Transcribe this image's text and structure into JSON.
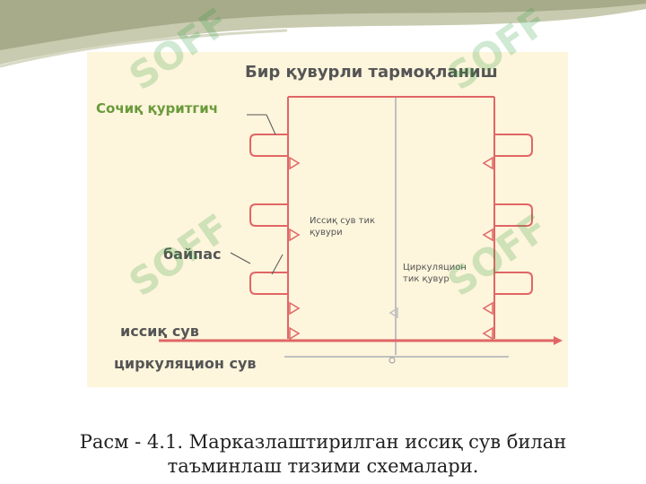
{
  "diagram": {
    "title": "Бир қувурли тармоқланиш",
    "labels": {
      "dryer": "Сочиқ қуритгич",
      "hot_supply_riser": "Иссиқ сув тик қувури",
      "bypass": "байпас",
      "circulation_riser": "Циркуляцион тик қувур",
      "hot_water": "иссиқ сув",
      "circulation_water": "циркуляцион сув"
    }
  },
  "caption": "Расм - 4.1. Марказлаштирилган иссиқ сув билан таъминлаш тизими схемалари.",
  "watermark": {
    "text": "SOFF"
  },
  "colors": {
    "pipe": "#e06666",
    "circulation_pipe": "#b8b8b8",
    "figure_background": "#fdf5dc",
    "accent_green": "#6a9a3a",
    "watermark_green": "#2a9d3a",
    "header_wave": "#c9cbb0"
  }
}
